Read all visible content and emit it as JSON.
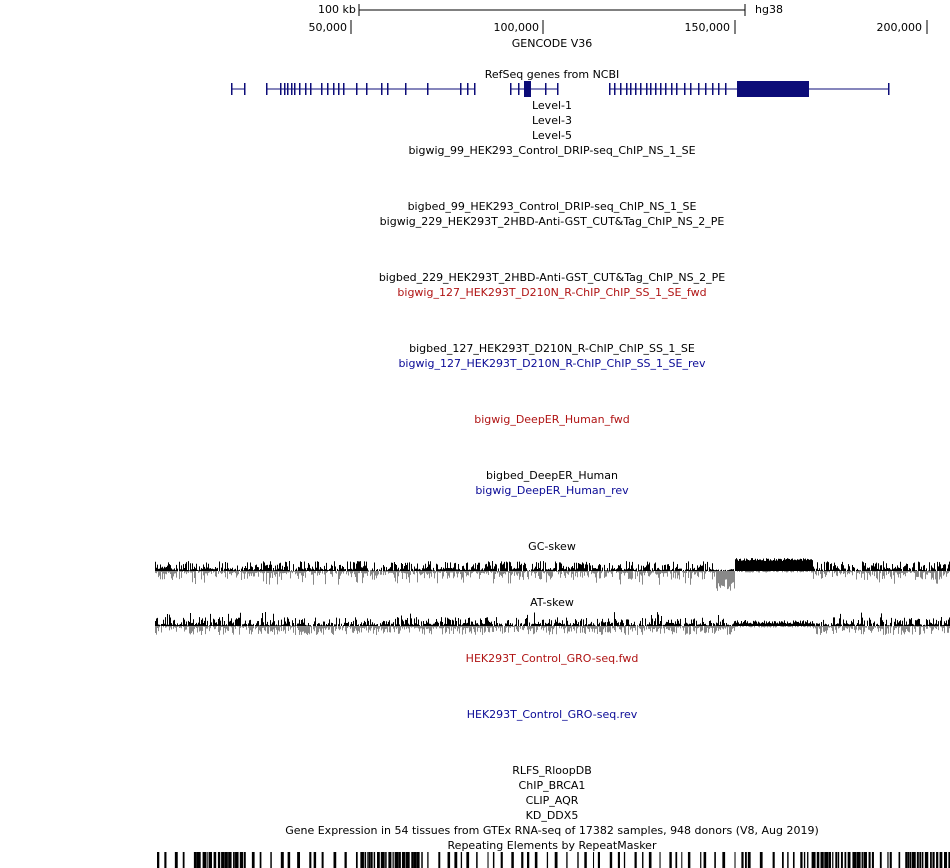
{
  "scale_bar": {
    "size_label": "100 kb",
    "assembly": "hg38"
  },
  "ruler": {
    "coordinates": [
      "50,000",
      "100,000",
      "150,000",
      "200,000"
    ]
  },
  "tracks": {
    "gencode": "GENCODE V36",
    "refseq": "RefSeq genes from NCBI",
    "levels": [
      "Level-1",
      "Level-3",
      "Level-5"
    ],
    "drip_bigwig": "bigwig_99_HEK293_Control_DRIP-seq_ChIP_NS_1_SE",
    "drip_bigbed": "bigbed_99_HEK293_Control_DRIP-seq_ChIP_NS_1_SE",
    "cuttag_bigwig": "bigwig_229_HEK293T_2HBD-Anti-GST_CUT&Tag_ChIP_NS_2_PE",
    "cuttag_bigbed": "bigbed_229_HEK293T_2HBD-Anti-GST_CUT&Tag_ChIP_NS_2_PE",
    "rchip_fwd": "bigwig_127_HEK293T_D210N_R-ChIP_ChIP_SS_1_SE_fwd",
    "rchip_bigbed": "bigbed_127_HEK293T_D210N_R-ChIP_ChIP_SS_1_SE",
    "rchip_rev": "bigwig_127_HEK293T_D210N_R-ChIP_ChIP_SS_1_SE_rev",
    "deeper_fwd": "bigwig_DeepER_Human_fwd",
    "deeper_bigbed": "bigbed_DeepER_Human",
    "deeper_rev": "bigwig_DeepER_Human_rev",
    "gc_skew": "GC-skew",
    "at_skew": "AT-skew",
    "gro_fwd": "HEK293T_Control_GRO-seq.fwd",
    "gro_rev": "HEK293T_Control_GRO-seq.rev",
    "rlfs": "RLFS_RloopDB",
    "brca1": "ChIP_BRCA1",
    "aqr": "CLIP_AQR",
    "ddx5": "KD_DDX5",
    "gtex": "Gene Expression in 54 tissues from GTEx RNA-seq of 17382 samples, 948 donors (V8, Aug 2019)",
    "rmsk": "Repeating Elements by RepeatMasker"
  },
  "colors": {
    "gene": "#0c0c78",
    "forward_strand": "#b01414",
    "reverse_strand": "#0a0a96",
    "skew_positive": "#000000",
    "skew_negative": "#888888"
  }
}
